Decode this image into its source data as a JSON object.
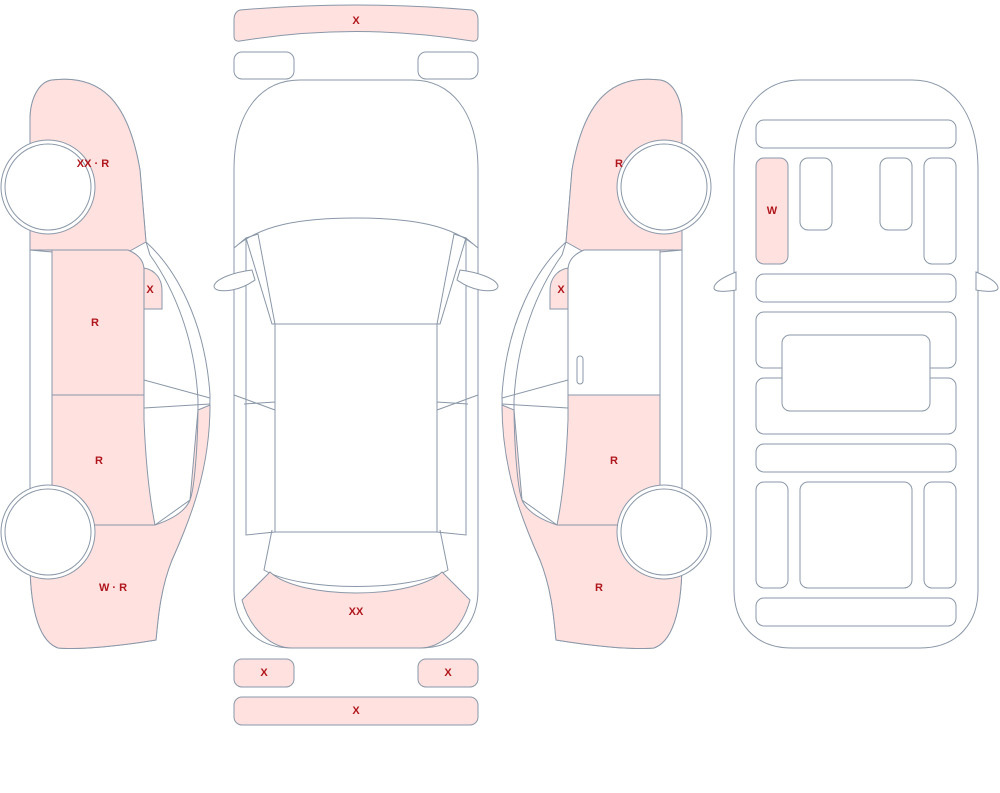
{
  "colors": {
    "damage_fill": "#ffe2e0",
    "outline": "#8a97a8",
    "label": "#b0161c",
    "background": "#ffffff"
  },
  "marks": {
    "front_bumper_top": "X",
    "left_front_fender": "XX · R",
    "left_mirror": "X",
    "left_front_door": "R",
    "left_rear_door": "R",
    "left_rear_quarter": "W · R",
    "trunk_lid": "XX",
    "left_tail_light": "X",
    "right_tail_light": "X",
    "rear_bumper": "X",
    "right_front_fender": "R",
    "right_mirror": "X",
    "right_rear_door": "R",
    "right_rear_quarter": "R",
    "interior_front_left_seat": "W"
  }
}
